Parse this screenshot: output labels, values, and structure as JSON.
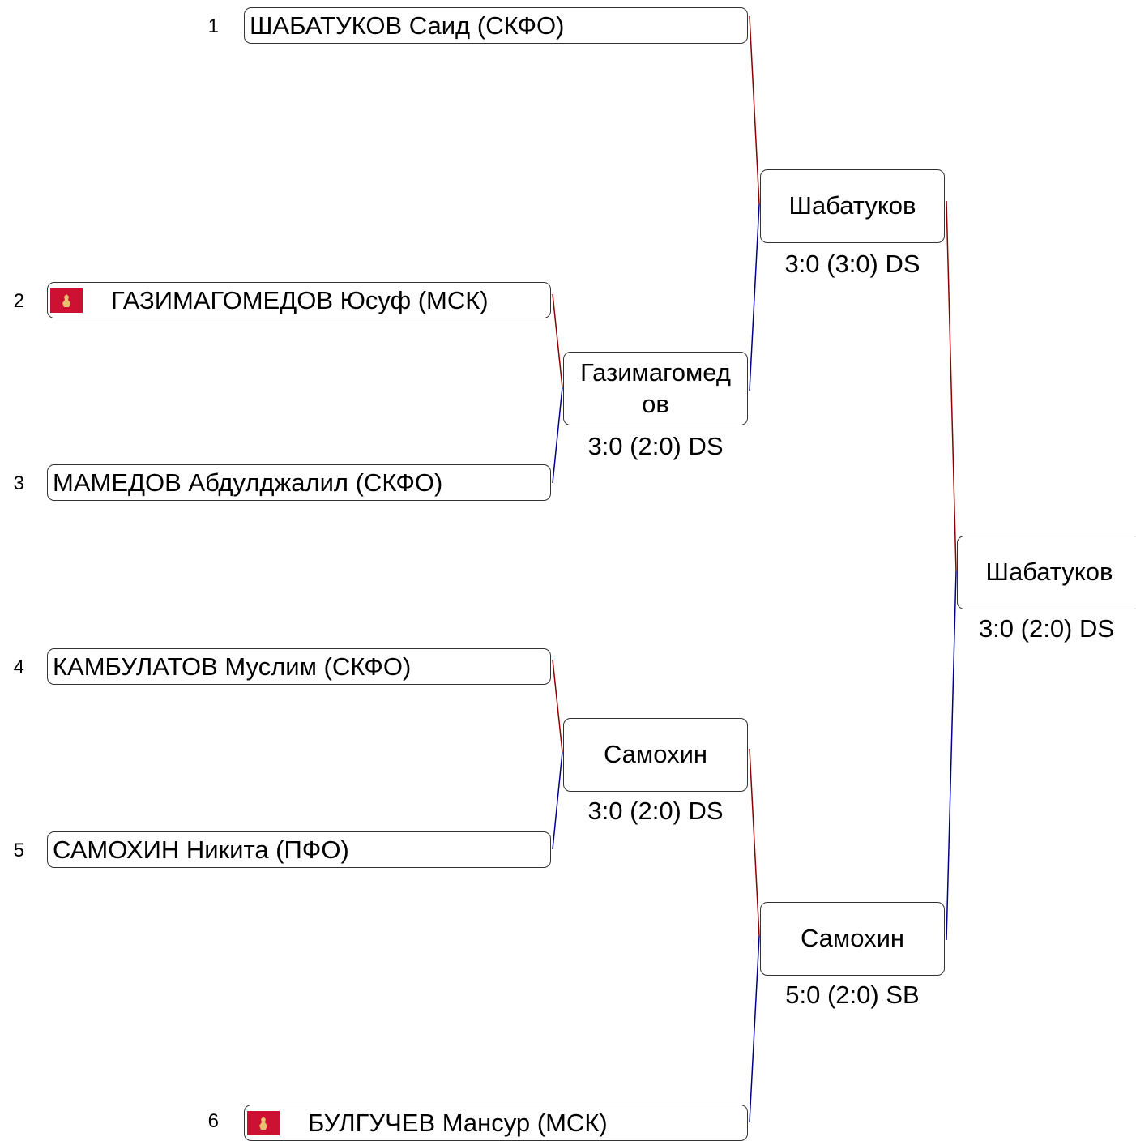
{
  "colors": {
    "winner_line": "#8b0000",
    "loser_line": "#00008b",
    "flag_red": "#cc1133"
  },
  "participants": [
    {
      "seed": "1",
      "name": "ШАБАТУКОВ Саид (СКФО)",
      "flag": ""
    },
    {
      "seed": "2",
      "name": "ГАЗИМАГОМЕДОВ Юсуф (МСК)",
      "flag": "moscow-flag-icon"
    },
    {
      "seed": "3",
      "name": "МАМЕДОВ Абдулджалил (СКФО)",
      "flag": ""
    },
    {
      "seed": "4",
      "name": "КАМБУЛАТОВ Муслим (СКФО)",
      "flag": ""
    },
    {
      "seed": "5",
      "name": "САМОХИН Никита (ПФО)",
      "flag": ""
    },
    {
      "seed": "6",
      "name": "БУЛГУЧЕВ Мансур (МСК)",
      "flag": "moscow-flag-icon"
    }
  ],
  "round1": [
    {
      "winner": "Газимагомед ов",
      "score": "3:0 (2:0) DS"
    },
    {
      "winner": "Самохин",
      "score": "3:0 (2:0) DS"
    }
  ],
  "semifinals": [
    {
      "winner": "Шабатуков",
      "score": "3:0 (3:0) DS"
    },
    {
      "winner": "Самохин",
      "score": "5:0 (2:0) SB"
    }
  ],
  "final": {
    "winner": "Шабатуков",
    "score": "3:0 (2:0) DS"
  }
}
